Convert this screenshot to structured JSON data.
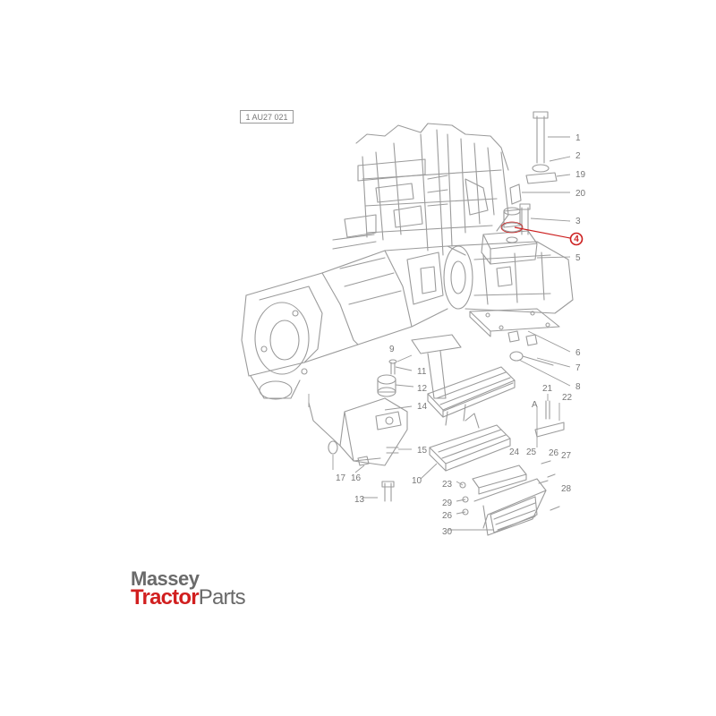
{
  "reference_code": "1 AU27 021",
  "logo": {
    "line1": "Massey",
    "line2_a": "Tractor",
    "line2_b": "Parts"
  },
  "colors": {
    "line": "#9b9b9b",
    "text": "#777777",
    "highlight": "#cc1f1f",
    "logo_red": "#d11f1f",
    "logo_grey": "#6a6a6a"
  },
  "callouts": [
    {
      "label": "1"
    },
    {
      "label": "2"
    },
    {
      "label": "19"
    },
    {
      "label": "20"
    },
    {
      "label": "3"
    },
    {
      "label": "4",
      "highlighted": true
    },
    {
      "label": "5"
    },
    {
      "label": "6"
    },
    {
      "label": "7"
    },
    {
      "label": "8"
    },
    {
      "label": "9"
    },
    {
      "label": "11"
    },
    {
      "label": "12"
    },
    {
      "label": "14"
    },
    {
      "label": "21"
    },
    {
      "label": "22"
    },
    {
      "label": "A"
    },
    {
      "label": "15"
    },
    {
      "label": "25"
    },
    {
      "label": "26"
    },
    {
      "label": "24"
    },
    {
      "label": "27"
    },
    {
      "label": "17"
    },
    {
      "label": "16"
    },
    {
      "label": "10"
    },
    {
      "label": "23"
    },
    {
      "label": "28"
    },
    {
      "label": "29"
    },
    {
      "label": "26"
    },
    {
      "label": "13"
    },
    {
      "label": "30"
    }
  ]
}
